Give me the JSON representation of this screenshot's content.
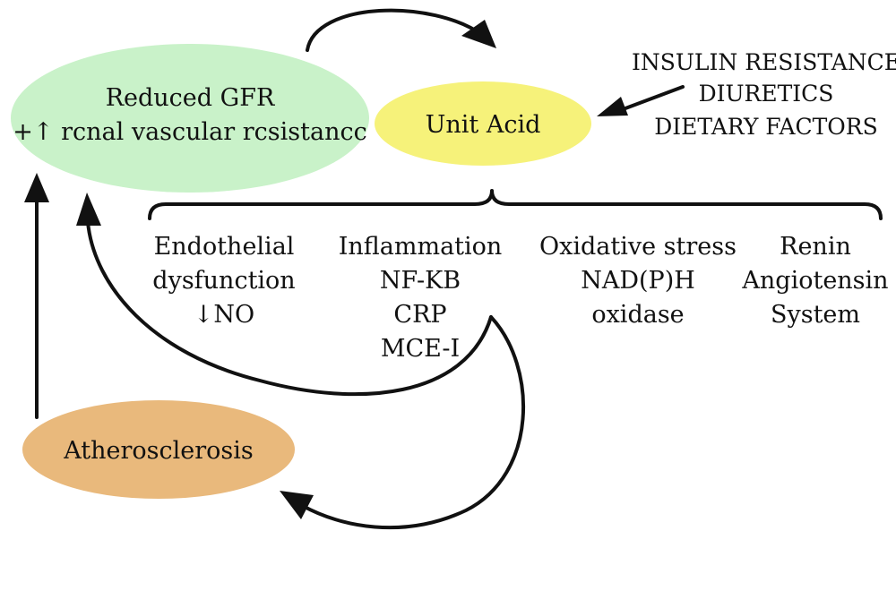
{
  "colors": {
    "gfr_fill": "#c9f2c9",
    "uric_fill": "#f6f27a",
    "athero_fill": "#e9b97c",
    "ink": "#111111"
  },
  "nodes": {
    "gfr": {
      "line1": "Reduced GFR",
      "line2": "+↑ rcnal vascular rcsistancc"
    },
    "uric_acid": {
      "label": "Unit Acid"
    },
    "atherosclerosis": {
      "label": "Atherosclerosis"
    }
  },
  "causes": [
    "INSULIN RESISTANCE",
    "DIURETICS",
    "DIETARY FACTORS"
  ],
  "mechanisms": [
    {
      "lines": [
        "Endothelial",
        "dysfunction",
        "↓NO"
      ]
    },
    {
      "lines": [
        "Inflammation",
        "NF-KB",
        "CRP",
        "MCE-I"
      ]
    },
    {
      "lines": [
        "Oxidative stress",
        "NAD(P)H",
        "oxidase"
      ]
    },
    {
      "lines": [
        "Renin",
        "Angiotensin",
        "System"
      ]
    }
  ]
}
